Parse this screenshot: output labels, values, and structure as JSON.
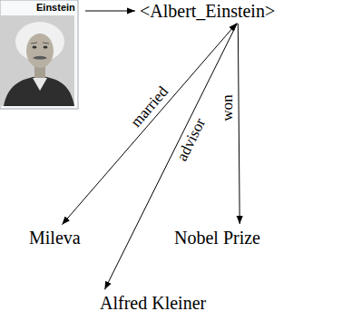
{
  "diagram": {
    "nodes": [
      {
        "text": [
          "Einstein"
        ]
      },
      {
        "text": [
          "<Albert_Einstein>"
        ]
      },
      {
        "text": [
          "Mileva"
        ]
      },
      {
        "text": [
          "Nobel Prize"
        ]
      },
      {
        "text": [
          "Alfred Kleiner"
        ]
      }
    ],
    "edges": [
      {
        "from": 0,
        "to": 1,
        "arrow": "to"
      },
      {
        "from": 1,
        "to": 2,
        "label": "married",
        "arrow": "both"
      },
      {
        "from": 1,
        "to": 4,
        "label": "advisor",
        "arrow": "to"
      },
      {
        "from": 1,
        "to": 3,
        "label": "won",
        "arrow": "to"
      }
    ]
  }
}
